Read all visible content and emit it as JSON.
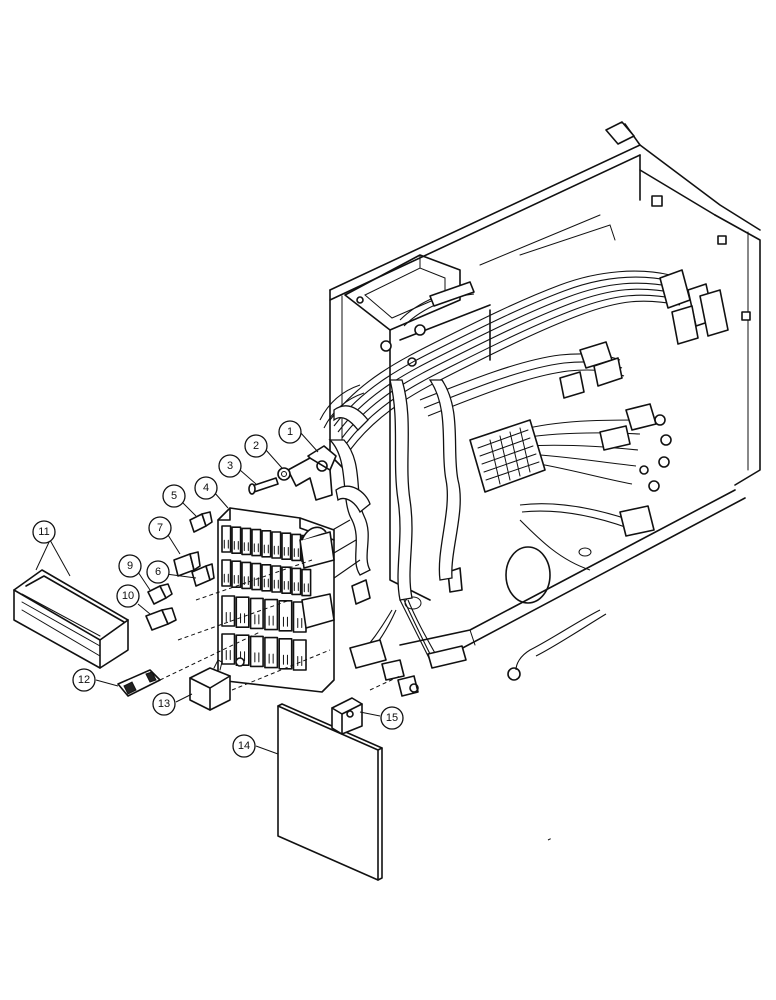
{
  "callouts": [
    {
      "id": "1",
      "label": "1"
    },
    {
      "id": "2",
      "label": "2"
    },
    {
      "id": "3",
      "label": "3"
    },
    {
      "id": "4",
      "label": "4"
    },
    {
      "id": "5",
      "label": "5"
    },
    {
      "id": "6",
      "label": "6"
    },
    {
      "id": "7",
      "label": "7"
    },
    {
      "id": "9",
      "label": "9"
    },
    {
      "id": "10",
      "label": "10"
    },
    {
      "id": "11",
      "label": "11"
    },
    {
      "id": "12",
      "label": "12"
    },
    {
      "id": "13",
      "label": "13"
    },
    {
      "id": "14",
      "label": "14"
    },
    {
      "id": "15",
      "label": "15"
    }
  ]
}
